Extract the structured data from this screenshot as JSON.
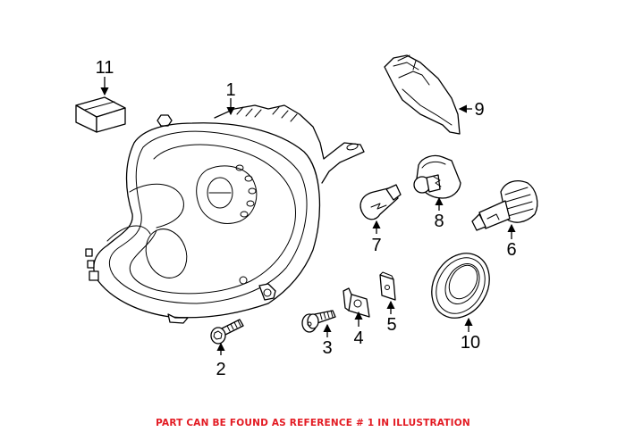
{
  "diagram": {
    "title": "Headlight assembly parts illustration",
    "callouts": [
      {
        "ref": "1",
        "part": "headlight-assembly"
      },
      {
        "ref": "2",
        "part": "bolt"
      },
      {
        "ref": "3",
        "part": "flange-bolt"
      },
      {
        "ref": "4",
        "part": "clip-nut"
      },
      {
        "ref": "5",
        "part": "speed-nut"
      },
      {
        "ref": "6",
        "part": "headlamp-bulb"
      },
      {
        "ref": "7",
        "part": "turn-signal-bulb"
      },
      {
        "ref": "8",
        "part": "bulb-socket"
      },
      {
        "ref": "9",
        "part": "cover"
      },
      {
        "ref": "10",
        "part": "seal-cap"
      },
      {
        "ref": "11",
        "part": "module-box"
      }
    ]
  },
  "caption": "PART CAN BE FOUND AS REFERENCE # 1 IN ILLUSTRATION",
  "colors": {
    "caption": "#e31b23",
    "lines": "#000000",
    "background": "#ffffff"
  }
}
